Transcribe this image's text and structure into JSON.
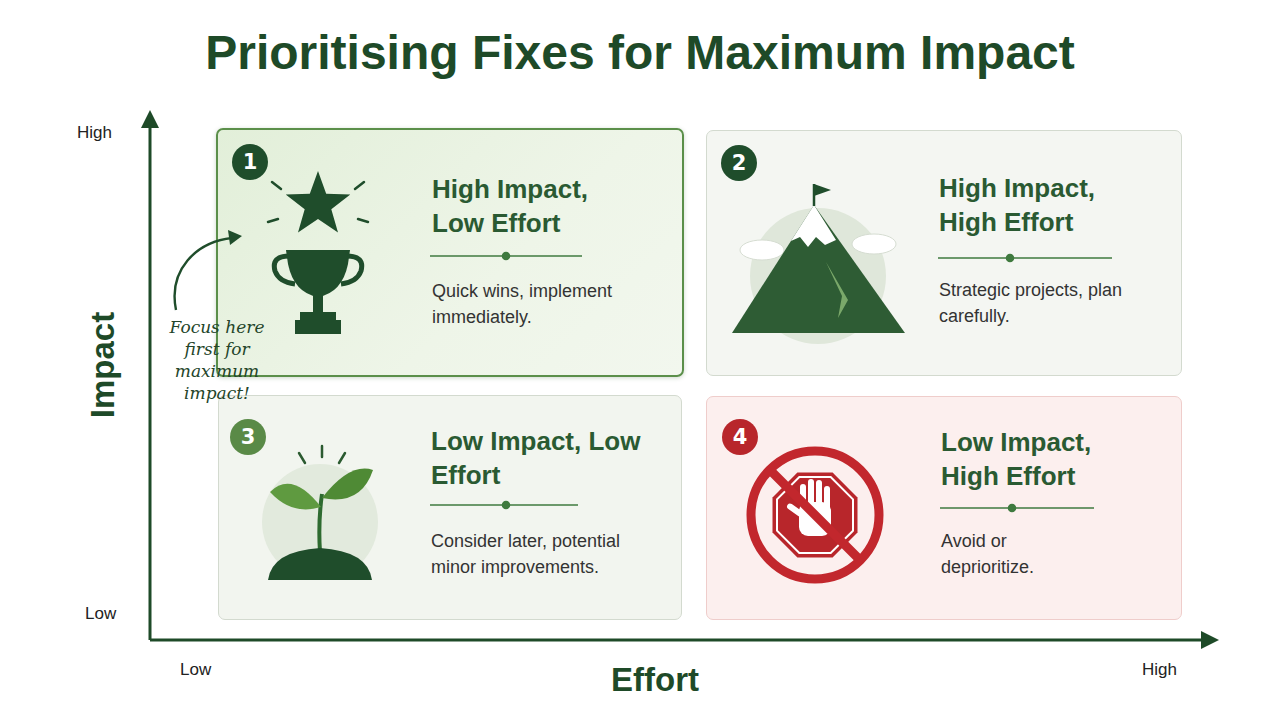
{
  "diagram": {
    "title": "Prioritising Fixes for Maximum Impact",
    "nodes": [
      {
        "text": [
          "High Impact, Low Effort",
          "Quick wins, implement immediately."
        ]
      },
      {
        "text": [
          "1"
        ],
        "in": 0
      },
      {
        "text": [
          "High Impact, High Effort",
          "Strategic projects, plan carefully."
        ]
      },
      {
        "text": [
          "2"
        ],
        "in": 2
      },
      {
        "text": [
          "Low Impact, Low Effort",
          "Consider later, potential minor improvements."
        ]
      },
      {
        "text": [
          "3"
        ],
        "in": 4
      },
      {
        "text": [
          "Low Impact, High Effort",
          "Avoid or deprioritize."
        ]
      },
      {
        "text": [
          "4"
        ],
        "in": 6
      }
    ],
    "labels": [
      "High",
      "Low",
      "Impact",
      "Low",
      "Effort",
      "High",
      "Focus here first for maximum impact!"
    ]
  }
}
